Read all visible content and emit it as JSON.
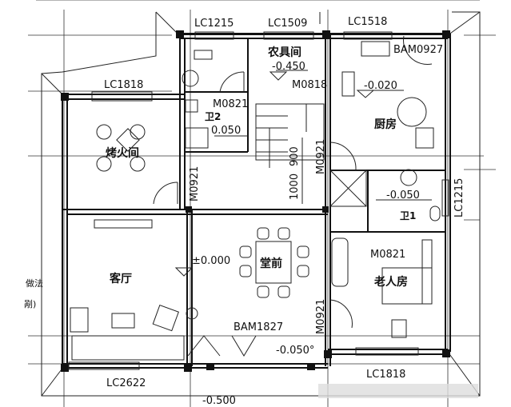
{
  "rooms": {
    "fire_room": "烤火间",
    "bathroom2": "卫2",
    "tool_room": "农具间",
    "kitchen": "厨房",
    "bathroom1": "卫1",
    "elder_room": "老人房",
    "hall": "堂前",
    "living_room": "客厅"
  },
  "windows": {
    "top_bath": "LC1215",
    "top_tool": "LC1509",
    "top_kitchen": "LC1518",
    "fire_room": "LC1818",
    "bath1_side": "LC1215",
    "living_bottom": "LC2622",
    "elder_bottom": "LC1818"
  },
  "doors": {
    "kitchen_balcony": "BAM0927",
    "tool_room": "M0818",
    "bath2": "M0821",
    "fire_room": "M0921",
    "stair": "M0921",
    "elder_room": "M0821",
    "elder_entry": "M0921",
    "main_entry": "BAM1827"
  },
  "elevations": {
    "tool_room": "-0.450",
    "kitchen": "-0.020",
    "bath2": "0.050",
    "bath1": "-0.050",
    "hall": "±0.000",
    "entry": "-0.050°",
    "outside": "-0.500"
  },
  "dimensions": {
    "stair_upper": "900",
    "stair_lower": "1000"
  },
  "margin_notes": {
    "note1": "做法",
    "note2": "剐)"
  }
}
